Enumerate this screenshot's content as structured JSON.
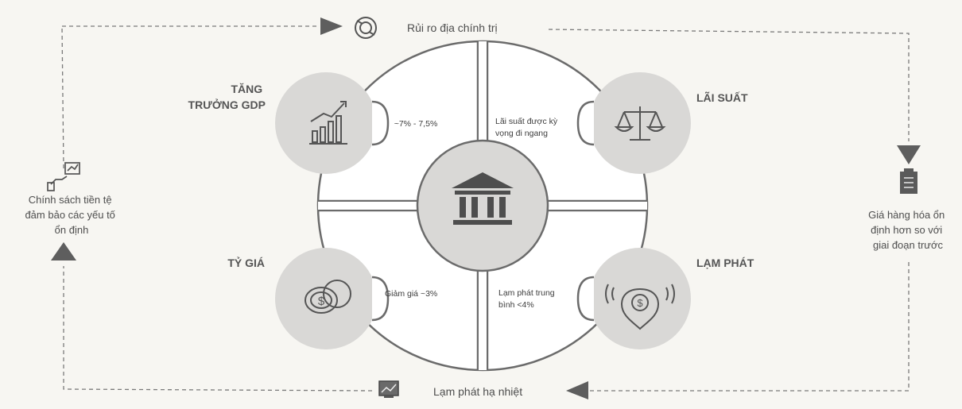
{
  "top_flow": {
    "label": "Rủi ro địa chính trị",
    "icon": "globe-cycle-icon"
  },
  "bottom_flow": {
    "label": "Lạm phát hạ nhiệt",
    "icon": "chart-screen-icon"
  },
  "left_note": {
    "lines": [
      "Chính sách tiền tệ",
      "đảm bảo các yếu tố",
      "ổn định"
    ],
    "icon": "hand-chart-icon"
  },
  "right_note": {
    "lines": [
      "Giá hàng hóa ổn",
      "định hơn so với",
      "giai đoạn trước"
    ],
    "icon": "clipboard-icon"
  },
  "center": {
    "icon": "bank-icon"
  },
  "quadrants": {
    "gdp": {
      "title_lines": [
        "TĂNG",
        "TRƯỞNG GDP"
      ],
      "text_lines": [
        "~7% - 7,5%"
      ],
      "icon": "growth-chart-icon"
    },
    "interest": {
      "title_lines": [
        "LÃI SUẤT"
      ],
      "text_lines": [
        "Lãi suất được kỳ",
        "vọng đi ngang"
      ],
      "icon": "scales-icon"
    },
    "fx": {
      "title_lines": [
        "TỶ GIÁ"
      ],
      "text_lines": [
        "Giảm giá ~3%"
      ],
      "icon": "coins-icon"
    },
    "inflation": {
      "title_lines": [
        "LẠM PHÁT"
      ],
      "text_lines": [
        "Lạm phát trung",
        "bình <4%"
      ],
      "icon": "dollar-shield-icon"
    }
  },
  "colors": {
    "line": "#6b6b6b",
    "circle": "#d9d8d6",
    "quadrant_fill": "#ffffff",
    "arrow": "#5e5e5e"
  }
}
